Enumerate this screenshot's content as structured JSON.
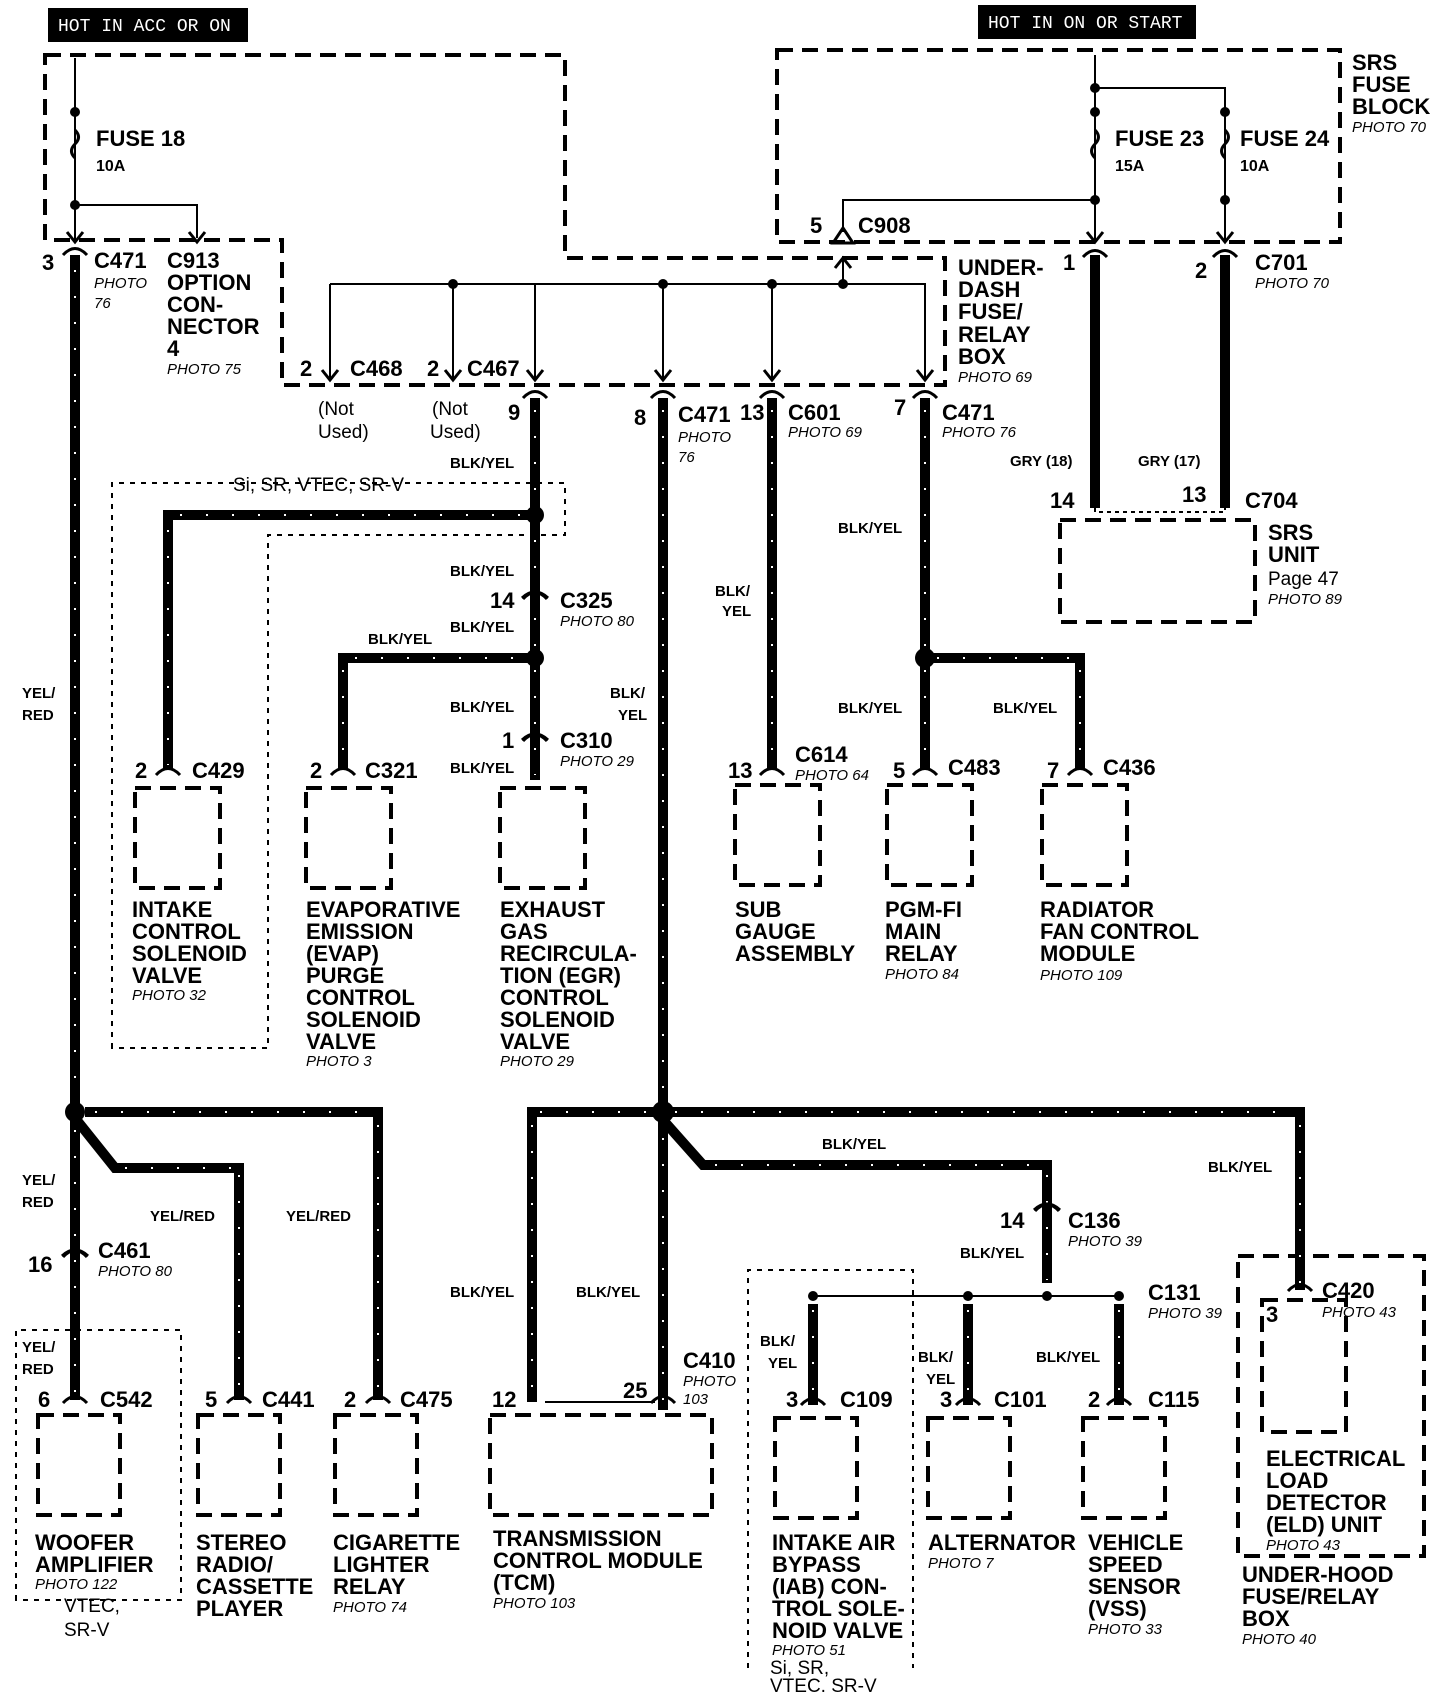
{
  "headers": {
    "left": "HOT IN ACC OR ON",
    "right": "HOT IN ON OR START"
  },
  "fuses": {
    "f18": {
      "name": "FUSE 18",
      "rating": "10A"
    },
    "f23": {
      "name": "FUSE 23",
      "rating": "15A"
    },
    "f24": {
      "name": "FUSE 24",
      "rating": "10A"
    }
  },
  "srs_block": {
    "l1": "SRS",
    "l2": "FUSE",
    "l3": "BLOCK",
    "photo": "PHOTO 70",
    "c908": "C908",
    "c908_pin": "5"
  },
  "underdash": {
    "l1": "UNDER-",
    "l2": "DASH",
    "l3": "FUSE/",
    "l4": "RELAY",
    "l5": "BOX",
    "photo": "PHOTO 69"
  },
  "c913": {
    "pin": "4",
    "l1": "C913",
    "l2": "OPTION",
    "l3": "CON-",
    "l4": "NECTOR",
    "photo": "PHOTO 75"
  },
  "connectors": {
    "c471_left": {
      "pin": "3",
      "name": "C471",
      "photo": "PHOTO",
      "photo_num": "76"
    },
    "c468": {
      "pin": "2",
      "name": "C468",
      "note1": "(Not",
      "note2": "Used)"
    },
    "c467": {
      "pin": "2",
      "name": "C467",
      "note1": "(Not",
      "note2": "Used)"
    },
    "egr_pin": "9",
    "c471_mid": {
      "pin": "8",
      "name": "C471",
      "photo": "PHOTO",
      "photo_num": "76"
    },
    "c601": {
      "pin": "13",
      "name": "C601",
      "photo": "PHOTO 69"
    },
    "c471_right": {
      "pin": "7",
      "name": "C471",
      "photo": "PHOTO 76"
    },
    "c701": {
      "pin1": "1",
      "pin2": "2",
      "name": "C701",
      "photo": "PHOTO 70"
    },
    "c704": {
      "pin1": "14",
      "pin2": "13",
      "name": "C704"
    },
    "c325": {
      "pin": "14",
      "name": "C325",
      "photo": "PHOTO 80"
    },
    "c310": {
      "pin": "1",
      "name": "C310",
      "photo": "PHOTO 29"
    },
    "c429": {
      "pin": "2",
      "name": "C429"
    },
    "c321": {
      "pin": "2",
      "name": "C321"
    },
    "c614": {
      "pin": "13",
      "name": "C614",
      "photo": "PHOTO 64"
    },
    "c483": {
      "pin": "5",
      "name": "C483"
    },
    "c436": {
      "pin": "7",
      "name": "C436"
    },
    "c461": {
      "pin": "16",
      "name": "C461",
      "photo": "PHOTO 80"
    },
    "c542": {
      "pin": "6",
      "name": "C542"
    },
    "c441": {
      "pin": "5",
      "name": "C441"
    },
    "c475": {
      "pin": "2",
      "name": "C475"
    },
    "tcm_pin1": "12",
    "c410": {
      "pin": "25",
      "name": "C410",
      "photo": "PHOTO",
      "photo_num": "103"
    },
    "c136": {
      "pin": "14",
      "name": "C136",
      "photo": "PHOTO 39"
    },
    "c131": {
      "name": "C131",
      "photo": "PHOTO 39"
    },
    "c109": {
      "pin": "3",
      "name": "C109"
    },
    "c101": {
      "pin": "3",
      "name": "C101"
    },
    "c115": {
      "pin": "2",
      "name": "C115"
    },
    "c420": {
      "pin": "3",
      "name": "C420",
      "photo": "PHOTO 43"
    }
  },
  "wires": {
    "yelred": "YEL/RED",
    "yel": "YEL/",
    "red": "RED",
    "blkyel": "BLK/YEL",
    "blk": "BLK/",
    "yel2": "YEL",
    "gry18": "GRY (18)",
    "gry17": "GRY (17)"
  },
  "options": {
    "top": "Si, SR, VTEC, SR-V",
    "woofer1": "VTEC,",
    "woofer2": "SR-V",
    "iab1": "Si, SR,",
    "iab2": "VTEC, SR-V"
  },
  "components": {
    "srs_unit": {
      "l1": "SRS",
      "l2": "UNIT",
      "page": "Page 47",
      "photo": "PHOTO 89"
    },
    "intake": {
      "l1": "INTAKE",
      "l2": "CONTROL",
      "l3": "SOLENOID",
      "l4": "VALVE",
      "photo": "PHOTO 32"
    },
    "evap": {
      "l1": "EVAPORATIVE",
      "l2": "EMISSION",
      "l3": "(EVAP)",
      "l4": "PURGE",
      "l5": "CONTROL",
      "l6": "SOLENOID",
      "l7": "VALVE",
      "photo": "PHOTO 3"
    },
    "egr": {
      "l1": "EXHAUST",
      "l2": "GAS",
      "l3": "RECIRCULA-",
      "l4": "TION (EGR)",
      "l5": "CONTROL",
      "l6": "SOLENOID",
      "l7": "VALVE",
      "photo": "PHOTO 29"
    },
    "sub": {
      "l1": "SUB",
      "l2": "GAUGE",
      "l3": "ASSEMBLY"
    },
    "pgm": {
      "l1": "PGM-FI",
      "l2": "MAIN",
      "l3": "RELAY",
      "photo": "PHOTO 84"
    },
    "rad": {
      "l1": "RADIATOR",
      "l2": "FAN CONTROL",
      "l3": "MODULE",
      "photo": "PHOTO 109"
    },
    "woofer": {
      "l1": "WOOFER",
      "l2": "AMPLIFIER",
      "photo": "PHOTO 122"
    },
    "stereo": {
      "l1": "STEREO",
      "l2": "RADIO/",
      "l3": "CASSETTE",
      "l4": "PLAYER"
    },
    "cig": {
      "l1": "CIGARETTE",
      "l2": "LIGHTER",
      "l3": "RELAY",
      "photo": "PHOTO 74"
    },
    "tcm": {
      "l1": "TRANSMISSION",
      "l2": "CONTROL MODULE",
      "l3": "(TCM)",
      "photo": "PHOTO 103"
    },
    "iab": {
      "l1": "INTAKE AIR",
      "l2": "BYPASS",
      "l3": "(IAB) CON-",
      "l4": "TROL SOLE-",
      "l5": "NOID VALVE",
      "photo": "PHOTO 51"
    },
    "alt": {
      "l1": "ALTERNATOR",
      "photo": "PHOTO 7"
    },
    "vss": {
      "l1": "VEHICLE",
      "l2": "SPEED",
      "l3": "SENSOR",
      "l4": "(VSS)",
      "photo": "PHOTO 33"
    },
    "eld": {
      "l1": "ELECTRICAL",
      "l2": "LOAD",
      "l3": "DETECTOR",
      "l4": "(ELD) UNIT",
      "photo": "PHOTO 43"
    },
    "underhood": {
      "l1": "UNDER-HOOD",
      "l2": "FUSE/RELAY",
      "l3": "BOX",
      "photo": "PHOTO 40"
    }
  }
}
